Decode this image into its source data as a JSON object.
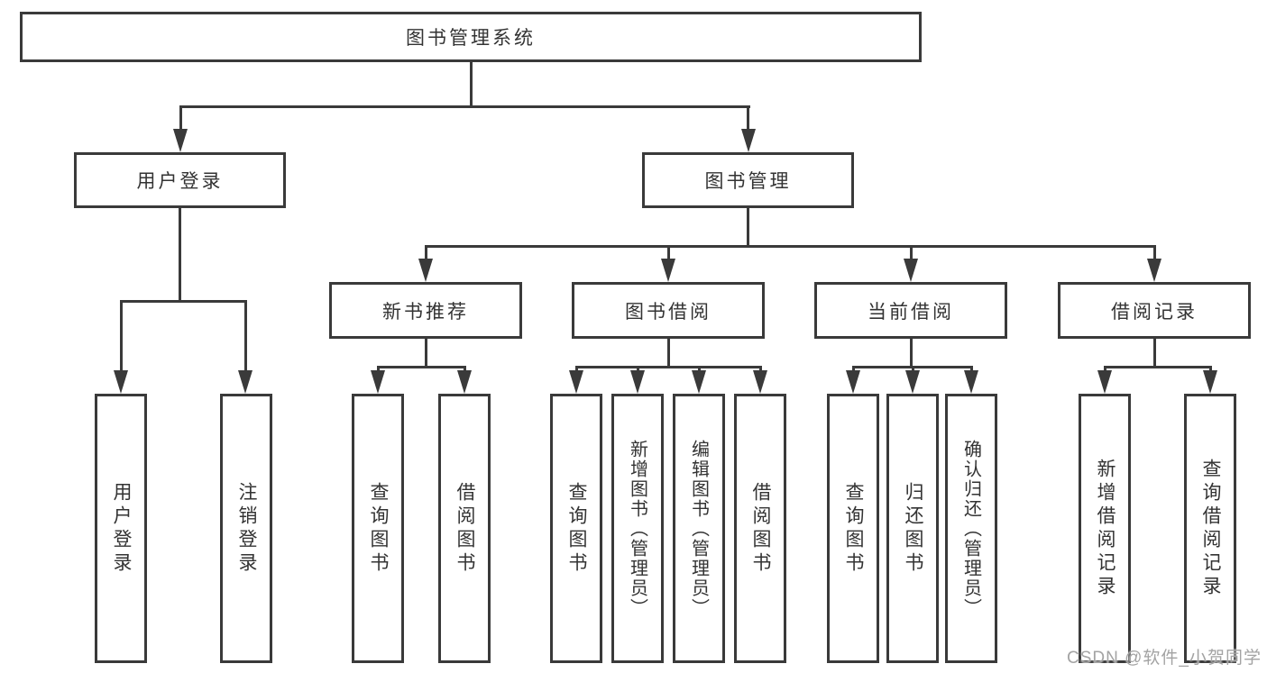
{
  "diagram_title": "图书管理系统",
  "colors": {
    "line": "#3a3a3a",
    "box_background": "#ffffff",
    "text": "#333333",
    "watermark": "#a3a3a3"
  },
  "nodes": {
    "root": "图书管理系统",
    "user_login": "用户登录",
    "book_mgmt": "图书管理",
    "new_book_rec": "新书推荐",
    "book_borrow": "图书借阅",
    "current_borrow": "当前借阅",
    "borrow_records": "借阅记录",
    "leaf_user_login": "用户登录",
    "leaf_logout": "注销登录",
    "leaf_query_book_a": "查询图书",
    "leaf_borrow_book_a": "借阅图书",
    "leaf_query_book_b": "查询图书",
    "leaf_add_book": "新增图书（管理员）",
    "leaf_edit_book": "编辑图书（管理员）",
    "leaf_borrow_book_b": "借阅图书",
    "leaf_query_book_c": "查询图书",
    "leaf_return_book": "归还图书",
    "leaf_confirm_return": "确认归还（管理员）",
    "leaf_add_record": "新增借阅记录",
    "leaf_query_record": "查询借阅记录"
  },
  "edges": {
    "root": [
      "user_login",
      "book_mgmt"
    ],
    "user_login": [
      "leaf_user_login",
      "leaf_logout"
    ],
    "book_mgmt": [
      "new_book_rec",
      "book_borrow",
      "current_borrow",
      "borrow_records"
    ],
    "new_book_rec": [
      "leaf_query_book_a",
      "leaf_borrow_book_a"
    ],
    "book_borrow": [
      "leaf_query_book_b",
      "leaf_add_book",
      "leaf_edit_book",
      "leaf_borrow_book_b"
    ],
    "current_borrow": [
      "leaf_query_book_c",
      "leaf_return_book",
      "leaf_confirm_return"
    ],
    "borrow_records": [
      "leaf_add_record",
      "leaf_query_record"
    ]
  },
  "watermark": "CSDN @软件_小贺同学"
}
